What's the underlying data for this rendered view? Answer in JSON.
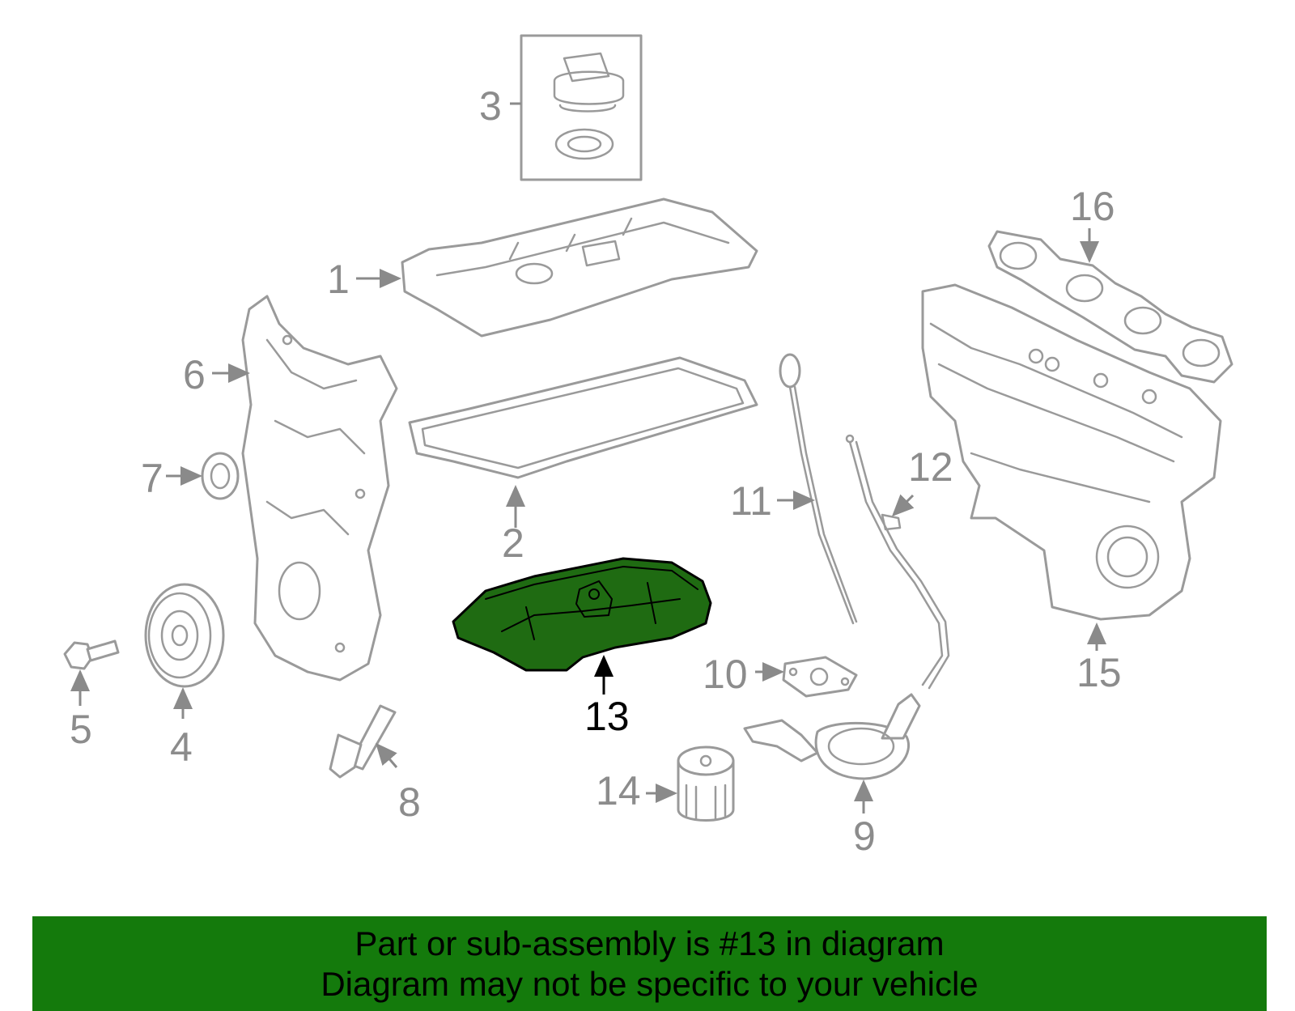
{
  "diagram": {
    "callouts": [
      "1",
      "2",
      "3",
      "4",
      "5",
      "6",
      "7",
      "8",
      "9",
      "10",
      "11",
      "12",
      "13",
      "14",
      "15",
      "16"
    ],
    "highlighted_callout": "13",
    "highlight_color": "#1f6b12"
  },
  "banner": {
    "line1": "Part or sub-assembly is #13 in diagram",
    "line2": "Diagram may not be specific to your vehicle",
    "background": "#147a0c"
  }
}
